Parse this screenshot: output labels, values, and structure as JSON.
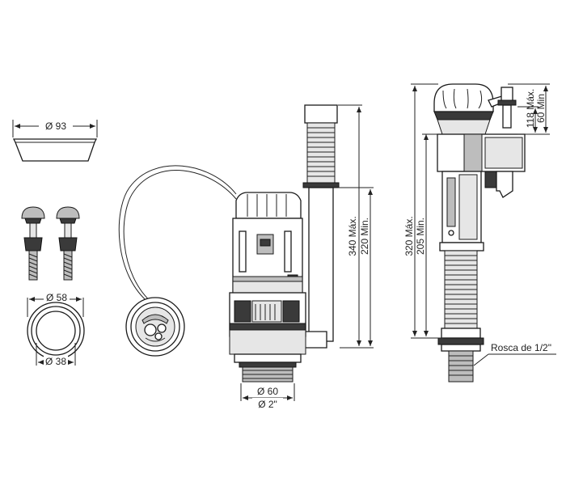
{
  "labels": {
    "cover_diameter": "Ø 93",
    "button_outer_diameter": "Ø 58",
    "button_inner_diameter": "Ø 38",
    "valve_outlet_diameter": "Ø 60",
    "valve_thread": "Ø 2\"",
    "valve_height_max": "340 Máx.",
    "valve_height_min": "220 Min.",
    "fill_height_max": "320 Máx.",
    "fill_height_min": "205 Min.",
    "float_arm_max": "118 Máx.",
    "float_arm_min": "60 Min",
    "thread_label": "Rosca de 1/2\""
  },
  "colors": {
    "line": "#222222",
    "fill_grey": "#bdbdbd",
    "fill_dark": "#3a3a3a",
    "background": "#ffffff"
  }
}
